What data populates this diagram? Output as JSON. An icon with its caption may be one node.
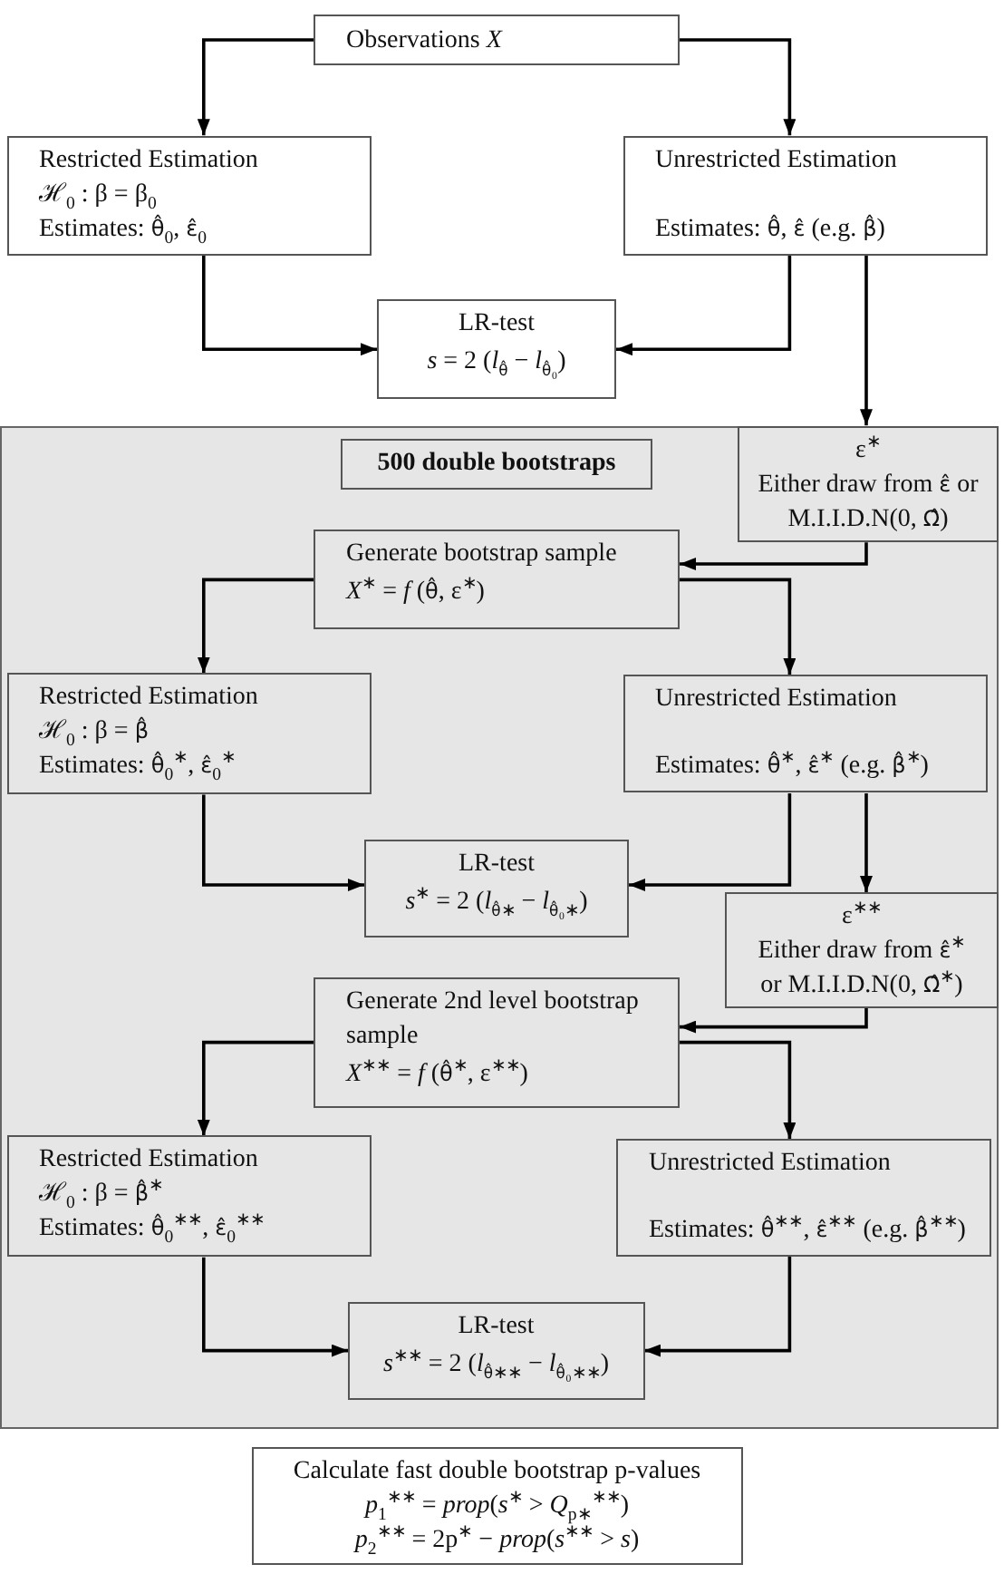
{
  "diagram": {
    "nodes": [
      {
        "text": [
          "Observations *X*"
        ]
      },
      {
        "text": [
          "Restricted Estimation",
          "ℋ$_{0}$ : β = β$_{0}$",
          "Estimates: θ̂$_{0}$, ε̂$_{0}$"
        ]
      },
      {
        "text": [
          "Unrestricted Estimation",
          "Estimates: θ̂, ε̂ (e.g. β̂)"
        ]
      },
      {
        "text": [
          "LR-test",
          "*s* = 2 (*l*$_{θ̂}$ − *l*$_{θ̂₀}$)"
        ]
      },
      {
        "text": [],
        "shape": "box"
      },
      {
        "text": [
          "500 double bootstraps"
        ],
        "in": 4
      },
      {
        "text": [
          "ε$^{∗}$",
          "Either draw from ε̂ or M.I.I.D.N(0, Ω̂)"
        ],
        "in": 4
      },
      {
        "text": [
          "Generate bootstrap sample",
          "*X*$^{∗}$ = *f* (θ̂, ε$^{∗}$)"
        ],
        "in": 4
      },
      {
        "text": [
          "Restricted Estimation",
          "ℋ$_{0}$ : β = β̂",
          "Estimates: θ̂$_{0}$$^{∗}$, ε̂$_{0}$$^{∗}$"
        ],
        "in": 4
      },
      {
        "text": [
          "Unrestricted Estimation",
          "Estimates: θ̂$^{∗}$, ε̂$^{∗}$ (e.g. β̂$^{∗}$)"
        ],
        "in": 4
      },
      {
        "text": [
          "LR-test",
          "*s*$^{∗}$ = 2 (*l*$_{θ̂∗}$ − *l*$_{θ̂₀∗}$)"
        ],
        "in": 4
      },
      {
        "text": [
          "ε$^{∗∗}$",
          "Either draw from ε̂$^{∗}$ or M.I.I.D.N(0, Ω̂$^{∗}$)"
        ],
        "in": 4
      },
      {
        "text": [
          "Generate 2nd level bootstrap sample",
          "*X*$^{∗∗}$ = *f* (θ̂$^{∗}$, ε$^{∗∗}$)"
        ],
        "in": 4
      },
      {
        "text": [
          "Restricted Estimation",
          "ℋ$_{0}$ : β = β̂$^{∗}$",
          "Estimates: θ̂$_{0}$$^{∗∗}$, ε̂$_{0}$$^{∗∗}$"
        ],
        "in": 4
      },
      {
        "text": [
          "Unrestricted Estimation",
          "Estimates: θ̂$^{∗∗}$, ε̂$^{∗∗}$ (e.g. β̂$^{∗∗}$)"
        ],
        "in": 4
      },
      {
        "text": [
          "LR-test",
          "*s*$^{∗∗}$ = 2 (*l*$_{θ̂∗∗}$ − *l*$_{θ̂₀∗∗}$)"
        ],
        "in": 4
      },
      {
        "text": [
          "Calculate fast double bootstrap p-values",
          "*p*$_{1}$$^{∗∗}$ = *prop*(*s*$^{∗}$ > *Q*$_{p∗}$$^{∗∗}$)",
          "*p*$_{2}$$^{∗∗}$ = 2p$^{∗}$ − *prop*(*s*$^{∗∗}$ > *s*)"
        ]
      }
    ],
    "edges": [
      {
        "from": 0,
        "to": 1,
        "arrow": "to"
      },
      {
        "from": 0,
        "to": 2,
        "arrow": "to"
      },
      {
        "from": 1,
        "to": 3,
        "arrow": "to"
      },
      {
        "from": 2,
        "to": 3,
        "arrow": "to"
      },
      {
        "from": 2,
        "to": 6,
        "arrow": "to"
      },
      {
        "from": 6,
        "to": 7,
        "arrow": "to"
      },
      {
        "from": 7,
        "to": 8,
        "arrow": "to"
      },
      {
        "from": 7,
        "to": 9,
        "arrow": "to"
      },
      {
        "from": 8,
        "to": 10,
        "arrow": "to"
      },
      {
        "from": 9,
        "to": 10,
        "arrow": "to"
      },
      {
        "from": 9,
        "to": 11,
        "arrow": "to"
      },
      {
        "from": 11,
        "to": 12,
        "arrow": "to"
      },
      {
        "from": 12,
        "to": 13,
        "arrow": "to"
      },
      {
        "from": 12,
        "to": 14,
        "arrow": "to"
      },
      {
        "from": 13,
        "to": 15,
        "arrow": "to"
      },
      {
        "from": 14,
        "to": 15,
        "arrow": "to"
      }
    ]
  }
}
